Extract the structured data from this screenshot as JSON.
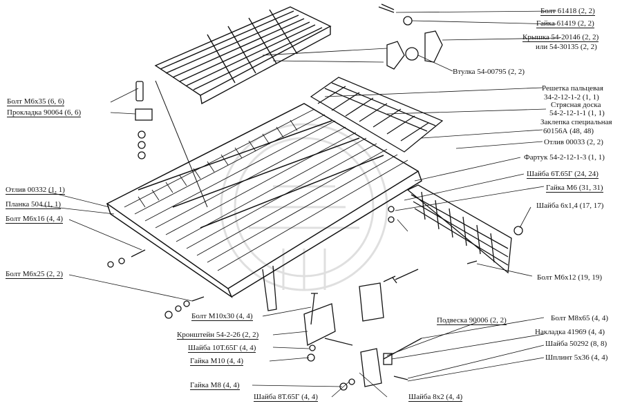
{
  "labels": {
    "bolt_61418": "Болт 61418 (2, 2)",
    "nut_61419": "Гайка 61419 (2, 2)",
    "cover_line1": "Крышка 54-20146 (2, 2)",
    "cover_line2": "или 54-30135 (2, 2)",
    "bushing": "Втулка 54-00795 (2, 2)",
    "bolt_m6x35": "Болт М6х35 (6, 6)",
    "gasket_90064": "Прокладка 90064 (6, 6)",
    "finger_grid_line1": "Решетка пальцевая",
    "finger_grid_line2": "34-2-12-1-2 (1, 1)",
    "shaker_line1": "Стрясная доска",
    "shaker_line2": "54-2-12-1-1 (1, 1)",
    "rivet_line1": "Заклепка специальная",
    "rivet_line2": "60156А (48, 48)",
    "casting_00033": "Отлив 00033 (2, 2)",
    "apron": "Фартук 54-2-12-1-3 (1, 1)",
    "washer_6t65g": "Шайба 6Т.65Г (24, 24)",
    "nut_m6": "Гайка М6 (31, 31)",
    "washer_6x14": "Шайба 6х1,4 (17, 17)",
    "casting_00332": "Отлив 00332 (1, 1)",
    "strip_504": "Планка 504 (1, 1)",
    "bolt_m6x16": "Болт М6х16 (4, 4)",
    "bolt_m6x25": "Болт М6х25 (2, 2)",
    "bolt_m6x12": "Болт М6х12 (19, 19)",
    "bolt_m10x30": "Болт М10х30 (4, 4)",
    "bracket": "Кронштейн 54-2-26 (2, 2)",
    "washer_10t65g": "Шайба 10Т.65Г (4, 4)",
    "nut_m10": "Гайка М10 (4, 4)",
    "nut_m8": "Гайка М8 (4, 4)",
    "washer_8t65g": "Шайба 8Т.65Г (4, 4)",
    "hanger": "Подвеска 90006 (2, 2)",
    "bolt_m8x65": "Болт М8х65 (4, 4)",
    "pad_41969": "Накладка 41969 (4, 4)",
    "washer_50292": "Шайба 50292 (8, 8)",
    "cotter_pin": "Шплинт 5х36 (4, 4)",
    "washer_8x2": "Шайба 8х2 (4, 4)"
  }
}
